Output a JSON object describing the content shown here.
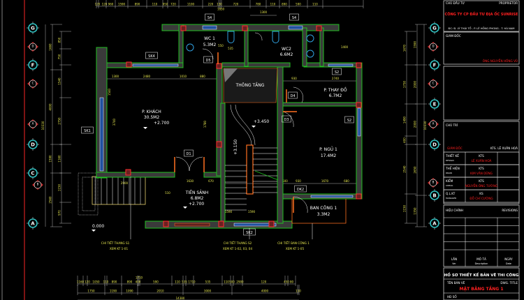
{
  "drawing": {
    "rooms": {
      "living": {
        "name": "P. KHÁCH",
        "area": "30.5M2",
        "level": "+2.700"
      },
      "void": {
        "name": "THÔNG TẦNG"
      },
      "wc1": {
        "name": "WC 1",
        "area": "5.3M2"
      },
      "wc2": {
        "name": "WC2",
        "area": "6.6M2"
      },
      "dressing": {
        "name": "P. THAY ĐỒ",
        "area": "6.7M2"
      },
      "stair_level": "+3.450",
      "landing_level": "+3.150",
      "bedroom": {
        "name": "P. NGỦ 1",
        "area": "17.4M2"
      },
      "lobby": {
        "name": "TIỀN SẢNH",
        "area": "6.8M2",
        "level": "+2.700"
      },
      "balcony": {
        "name": "BAN CÔNG 1",
        "area": "3.3M2"
      },
      "ground_level": "0.000"
    },
    "tags": {
      "s4a": "S4",
      "s4b": "S4",
      "sk4": "SK4",
      "d5": "D5",
      "s2a": "S2",
      "d4": "D4",
      "d3": "D3",
      "s2b": "S2",
      "sk1": "SK1",
      "d1": "D1",
      "dk2": "DK2",
      "sk2": "SK2"
    },
    "callouts": [
      {
        "title": "CHI TIẾT THANG S1",
        "ref": "XEM KT 1-01"
      },
      {
        "title": "CHI TIẾT THANG S2",
        "ref": "XEM KT 1-02, 03, 04"
      },
      {
        "title": "CHI TIẾT BAN CÔNG 1",
        "ref": "XEM KT 1-05"
      }
    ],
    "grid_left": [
      "G",
      "F",
      "D",
      "C",
      "A"
    ],
    "grid_right": [
      "G",
      "F",
      "E",
      "D",
      "B",
      "A"
    ],
    "section_marks_left": [
      "D",
      "C",
      "A",
      "B"
    ],
    "section_marks_right": [
      "D",
      "C",
      "A",
      "B"
    ],
    "top_dims": [
      "120",
      "120",
      "960",
      "1590",
      "890",
      "110",
      "950",
      "720",
      "1100",
      "220",
      "130",
      "1850",
      "720",
      "780",
      "110",
      "890",
      "590",
      "110"
    ],
    "top_sub_dim": "1300",
    "inner_dims": {
      "d1300": "1300",
      "d2480": "2480",
      "d1010": "1010",
      "d880": "880",
      "d930": "930",
      "d2740": "2740",
      "d3740": "3740",
      "d1540": "1540",
      "d510": "510",
      "d1630": "1630",
      "d670": "670",
      "d500": "500",
      "d930b": "930",
      "d1670": "1670",
      "d680": "680",
      "d1590a": "1590",
      "d1590b": "1590",
      "d1350": "1350",
      "d1780": "1780",
      "d550": "550",
      "d535": "535",
      "d1400": "1400",
      "d2900": "2900"
    },
    "bottom_dims_row1": [
      "1160",
      "120",
      "1050",
      "110",
      "890",
      "890",
      "400",
      "1710",
      "590",
      "110",
      "535",
      "1710",
      "535",
      "110",
      "500",
      "2900",
      "120",
      "450",
      "80"
    ],
    "bottom_dims_row2": [
      "1750",
      "1190",
      "1090",
      "2010",
      "3000",
      "4000",
      "110"
    ],
    "bottom_total": "14380",
    "left_dims_outer": [
      "1660",
      "4000",
      "1590",
      "2560"
    ],
    "left_total": "10330",
    "left_dims_inner": [
      "850",
      "750",
      "1540",
      "2750",
      "1160",
      "1150",
      "970"
    ],
    "right_dims_outer": [
      "1590",
      "2000",
      "2000",
      "2650",
      "1350"
    ],
    "right_total": "10330",
    "right_dims_inner": [
      "1670",
      "1730",
      "1490",
      "400",
      "2540",
      "1150"
    ]
  },
  "title_block": {
    "owner_label": "CHỦ ĐẦU TƯ",
    "owner_label_en": "PROPRIETOR",
    "company": "CÔNG TY CP ĐẦU TƯ ĐỊA ỐC SUNRISE",
    "address": "ĐC: Đ. LÝ THÁI TỔ - P. LÊ HỒNG PHONG - T. HÀ NAM",
    "director_label": "GIÁM ĐỐC",
    "director_name": "ÔNG NGUYỄN HỒNG VŨ",
    "lead_label": "CHỦ TRÌ",
    "lead_role": "GIÁM ĐỐC",
    "lead_name": "KTS. LÊ XUÂN HOÀ",
    "staff": [
      {
        "role": "THIẾT KẾ",
        "role_en": "DESIGN",
        "title": "KTS",
        "name": "LÊ XUÂN HOÀ"
      },
      {
        "role": "THỂ HIỆN",
        "role_en": "DRAW",
        "title": "KTS",
        "name": "KIM VĂN DŨNG"
      },
      {
        "role": "KIỂM",
        "role_en": "CHECK",
        "title": "KTS",
        "name": "NGUYỄN ÔNG TƯỜNG"
      },
      {
        "role": "Q.L.KT",
        "role_en": "MANAGER",
        "title": "KS",
        "name": "ĐỖ CHÍ CƯỜNG"
      }
    ],
    "revisions_label": "HIỆU CHỈNH",
    "revisions_label_en": "REVISIONS",
    "rev_cols": [
      {
        "vn": "LẦN",
        "en": "Ver"
      },
      {
        "vn": "MÔ TẢ",
        "en": "Description"
      },
      {
        "vn": "NGÀY",
        "en": "Date"
      }
    ],
    "project_stage": "HỒ SƠ THIẾT KẾ BẢN VẼ THI CÔNG",
    "dwg_title_label": "TÊN BẢN VẼ",
    "dwg_title_label_en": "DWG. TITLE",
    "dwg_title": "MẶT BẰNG TẦNG 1",
    "contract_label": "HĐ SỐ"
  },
  "colors": {
    "background": "#000000",
    "wall_outline": "#20c020",
    "column": "#ff3030",
    "window": "#2050a0",
    "dimension_text": "#e8e850",
    "title_red": "#ff2020",
    "grid_bubble": "#30c0c0"
  }
}
